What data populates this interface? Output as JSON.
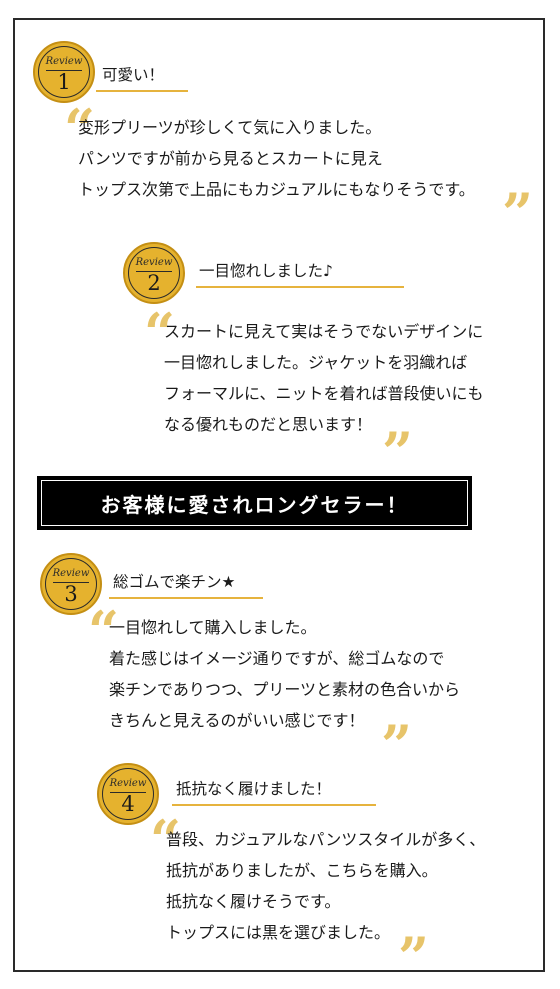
{
  "colors": {
    "accent": "#e5b22e",
    "quote": "#e7c46a",
    "text": "#1a1a1a",
    "banner_bg": "#000000"
  },
  "badge_label": "Review",
  "reviews": [
    {
      "number": "1",
      "title": "可愛い！",
      "lines": [
        "変形プリーツが珍しくて気に入りました。",
        "パンツですが前から見るとスカートに見え",
        "トップス次第で上品にもカジュアルにもなりそうです。"
      ]
    },
    {
      "number": "2",
      "title": "一目惚れしました♪",
      "lines": [
        "スカートに見えて実はそうでないデザインに",
        "一目惚れしました。ジャケットを羽織れば",
        "フォーマルに、ニットを着れば普段使いにも",
        "なる優れものだと思います！"
      ]
    },
    {
      "number": "3",
      "title": "総ゴムで楽チン★",
      "lines": [
        "一目惚れして購入しました。",
        "着た感じはイメージ通りですが、総ゴムなので",
        "楽チンでありつつ、プリーツと素材の色合いから",
        "きちんと見えるのがいい感じです！"
      ]
    },
    {
      "number": "4",
      "title": "抵抗なく履けました！",
      "lines": [
        "普段、カジュアルなパンツスタイルが多く、",
        "抵抗がありましたが、こちらを購入。",
        "抵抗なく履けそうです。",
        "トップスには黒を選びました。"
      ]
    }
  ],
  "banner": {
    "text": "お客様に愛されロングセラー！"
  },
  "quote_open": "“",
  "quote_close": "”"
}
